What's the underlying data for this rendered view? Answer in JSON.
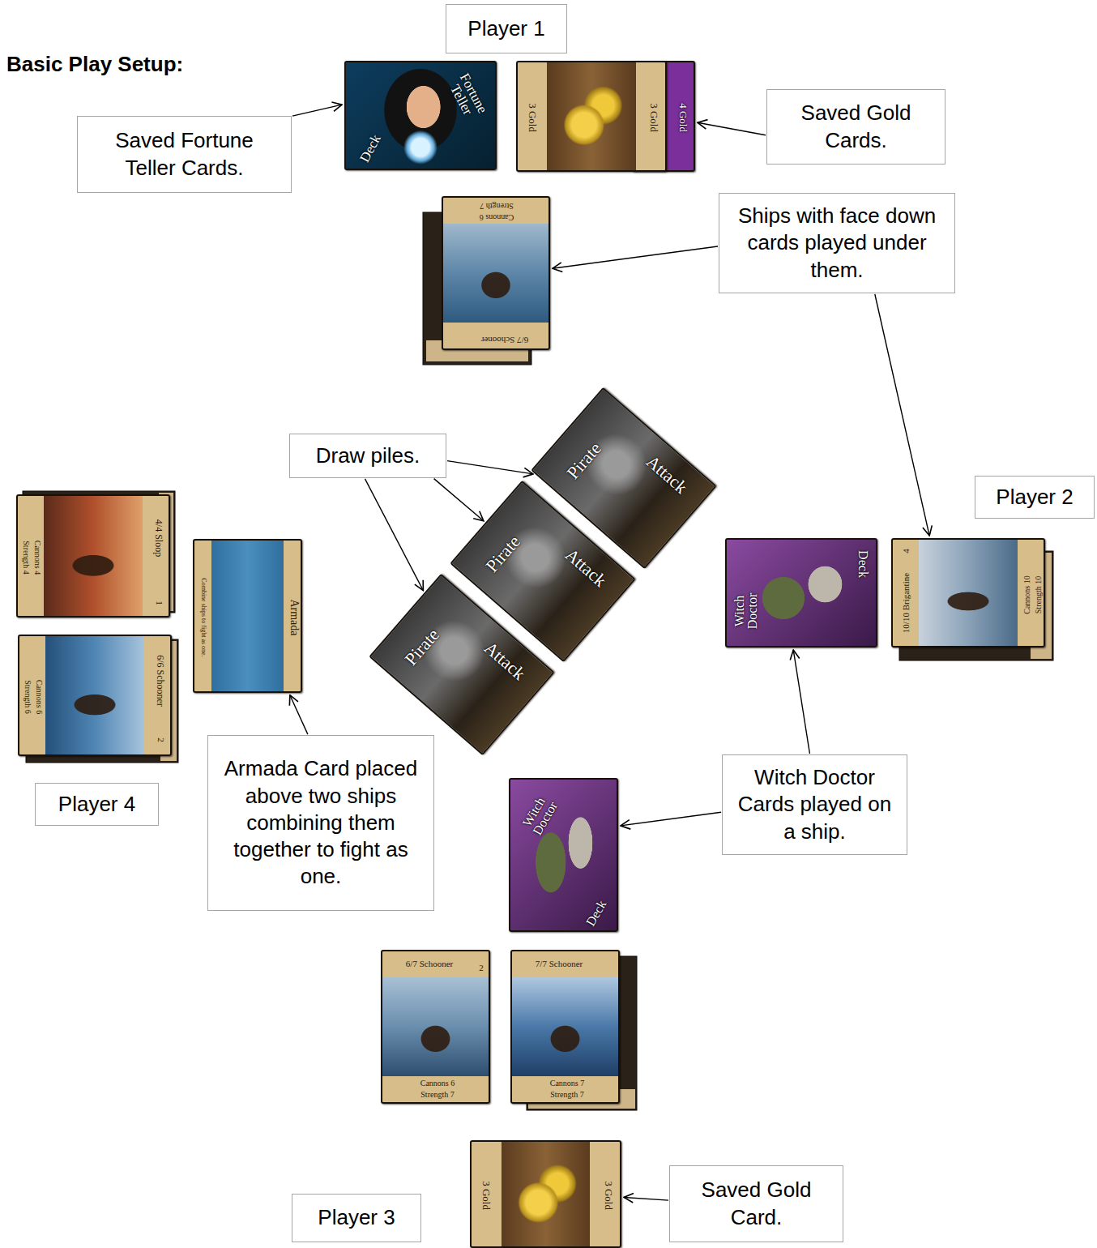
{
  "diagram": {
    "title": "Basic Play Setup:",
    "nodes": [
      {
        "text": [
          "Player 1"
        ]
      },
      {
        "text": [
          "Saved Fortune Teller Cards."
        ]
      },
      {
        "text": [
          "Fortune Teller",
          "Deck"
        ]
      },
      {
        "text": [
          "3 Gold",
          "3 Gold"
        ]
      },
      {
        "text": [
          "4 Gold"
        ]
      },
      {
        "text": [
          "Saved Gold Cards."
        ]
      },
      {
        "text": [
          "Ships with face down cards played under them."
        ]
      },
      {
        "text": [
          "6/7 Schooner",
          "Cannons 6",
          "Strength 7"
        ]
      },
      {
        "text": [
          "Draw piles."
        ]
      },
      {
        "text": [
          "Pirate",
          "Attack"
        ]
      },
      {
        "text": [
          "Pirate",
          "Attack"
        ]
      },
      {
        "text": [
          "Pirate",
          "Attack"
        ]
      },
      {
        "text": [
          "Player 2"
        ]
      },
      {
        "text": [
          "4/4 Sloop",
          "1",
          "Cannons 4",
          "Strength 4"
        ]
      },
      {
        "text": [
          "6/6 Schooner",
          "2",
          "Cannons 6",
          "Strength 6"
        ]
      },
      {
        "text": [
          "Armada",
          "Combine ships to fight as one."
        ]
      },
      {
        "text": [
          "Witch Doctor",
          "Deck"
        ]
      },
      {
        "text": [
          "10/10 Brigantine",
          "4",
          "Cannons 10",
          "Strength 10"
        ]
      },
      {
        "text": [
          "Armada Card placed above two ships combining them together to fight as one."
        ]
      },
      {
        "text": [
          "Witch Doctor Cards played on a ship."
        ]
      },
      {
        "text": [
          "Player 4"
        ]
      },
      {
        "text": [
          "Witch Doctor",
          "Deck"
        ]
      },
      {
        "text": [
          "6/7 Schooner",
          "2",
          "Cannons 6",
          "Strength 7"
        ]
      },
      {
        "text": [
          "7/7 Schooner",
          "Cannons 7",
          "Strength 7"
        ]
      },
      {
        "text": [
          "Player 3"
        ]
      },
      {
        "text": [
          "3 Gold",
          "3 Gold"
        ]
      },
      {
        "text": [
          "Saved Gold Card."
        ]
      }
    ],
    "edges": [
      {
        "from": 1,
        "to": 2,
        "arrow": "to"
      },
      {
        "from": 5,
        "to": 4,
        "arrow": "to"
      },
      {
        "from": 6,
        "to": 7,
        "arrow": "to"
      },
      {
        "from": 6,
        "to": 17,
        "arrow": "to"
      },
      {
        "from": 8,
        "to": 9,
        "arrow": "to"
      },
      {
        "from": 8,
        "to": 10,
        "arrow": "to"
      },
      {
        "from": 8,
        "to": 11,
        "arrow": "to"
      },
      {
        "from": 18,
        "to": 15,
        "arrow": "to"
      },
      {
        "from": 19,
        "to": 16,
        "arrow": "to"
      },
      {
        "from": 19,
        "to": 21,
        "arrow": "to"
      },
      {
        "from": 26,
        "to": 25,
        "arrow": "to"
      }
    ]
  }
}
